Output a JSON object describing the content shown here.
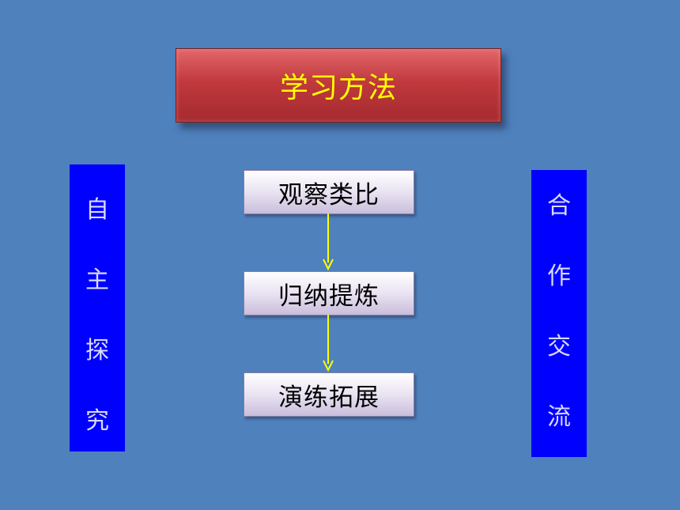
{
  "title": "学习方法",
  "steps": [
    "观察类比",
    "归纳提炼",
    "演练拓展"
  ],
  "left_panel": [
    "自",
    "主",
    "探",
    "究"
  ],
  "right_panel": [
    "合",
    "作",
    "交",
    "流"
  ],
  "colors": {
    "background": "#4f81bd",
    "title_fill": "#c0393d",
    "title_text": "#ffff00",
    "side_panel": "#0000ff",
    "arrow": "#ffff00"
  }
}
